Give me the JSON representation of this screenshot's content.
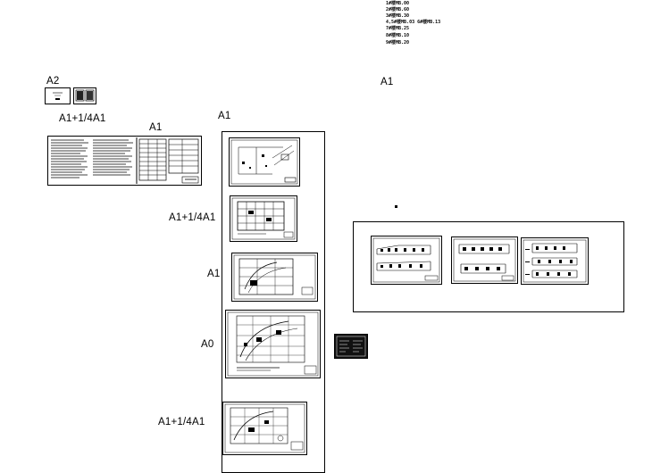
{
  "sheet_labels": {
    "a2_top": "A2",
    "a1_quarter_left": "A1+1/4A1",
    "a1_mid": "A1",
    "a1_column_top": "A1",
    "a1_right_top": "A1",
    "a1_quarter_column_1": "A1+1/4A1",
    "a1_column_mid": "A1",
    "a0_column": "A0",
    "a1_quarter_column_2": "A1+1/4A1"
  },
  "legend_lines": [
    "1#楼MB.00",
    "2#楼MB.60",
    "3#楼MB.30",
    "4,5#楼MB.03  6#楼MB.13",
    "7#楼MB.25",
    "8#楼MB.10",
    "9#楼MB.20"
  ],
  "colors": {
    "line": "#000000",
    "background": "#ffffff"
  }
}
